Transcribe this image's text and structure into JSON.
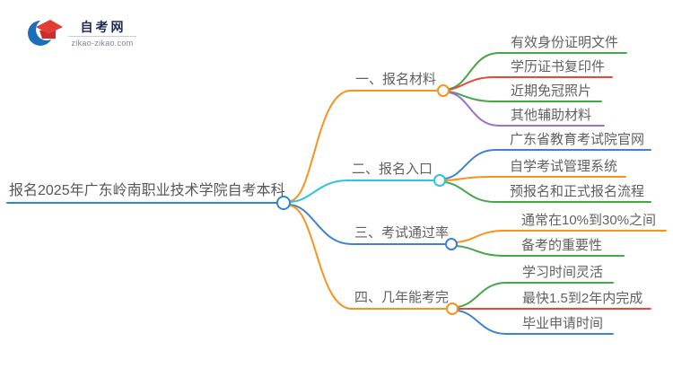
{
  "logo": {
    "title": "自考网",
    "domain": "zikao-zikao.com",
    "crescent_color": "#1a6fba",
    "cap_color": "#e23c33",
    "cap_shadow_color": "#c92f28"
  },
  "mindmap": {
    "root": {
      "label": "报名2025年广东岭南职业技术学院自考本科",
      "color": "#2e86d4"
    },
    "branches": [
      {
        "label": "一、报名材料",
        "color": "#f7941e",
        "children": [
          {
            "label": "有效身份证明文件",
            "color": "#45a74a"
          },
          {
            "label": "学历证书复印件",
            "color": "#e8473c"
          },
          {
            "label": "近期免冠照片",
            "color": "#45a74a"
          },
          {
            "label": "其他辅助材料",
            "color": "#9d6fd0"
          }
        ]
      },
      {
        "label": "二、报名入口",
        "color": "#31c3e4",
        "children": [
          {
            "label": "广东省教育考试院官网",
            "color": "#3e82d2"
          },
          {
            "label": "自学考试管理系统",
            "color": "#f7941e"
          },
          {
            "label": "预报名和正式报名流程",
            "color": "#45a74a"
          }
        ]
      },
      {
        "label": "三、考试通过率",
        "color": "#3e82d2",
        "children": [
          {
            "label": "通常在10%到30%之间",
            "color": "#f7941e"
          },
          {
            "label": "备考的重要性",
            "color": "#45a74a"
          }
        ]
      },
      {
        "label": "四、几年能考完",
        "color": "#f7941e",
        "children": [
          {
            "label": "学习时间灵活",
            "color": "#45a74a"
          },
          {
            "label": "最快1.5到2年内完成",
            "color": "#e8473c"
          },
          {
            "label": "毕业申请时间",
            "color": "#3e82d2"
          }
        ]
      }
    ]
  }
}
